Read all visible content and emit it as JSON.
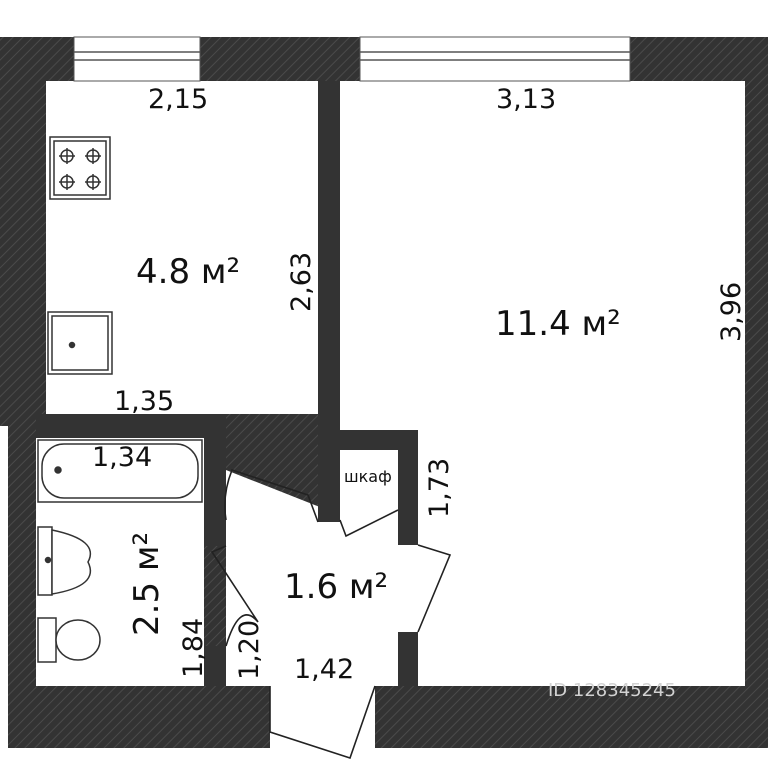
{
  "areas": {
    "kitchen": "4.8 м²",
    "room": "11.4 м²",
    "bathroom": "2.5 м²",
    "hall": "1.6 м²"
  },
  "dims": {
    "kitchen_top": "2,15",
    "room_top": "3,13",
    "kitchen_side": "2,63",
    "room_side": "3,96",
    "kitchen_bottom": "1,35",
    "bath_top": "1,34",
    "closet_side": "1,73",
    "bath_side": "1,84",
    "hall_side": "1,20",
    "hall_bottom": "1,42"
  },
  "closet_label": "шкаф",
  "watermark": "ID 128345245",
  "colors": {
    "wall": "#333333",
    "wall_hatch": "#4a4a4a",
    "floor": "#ffffff",
    "line": "#222222"
  }
}
